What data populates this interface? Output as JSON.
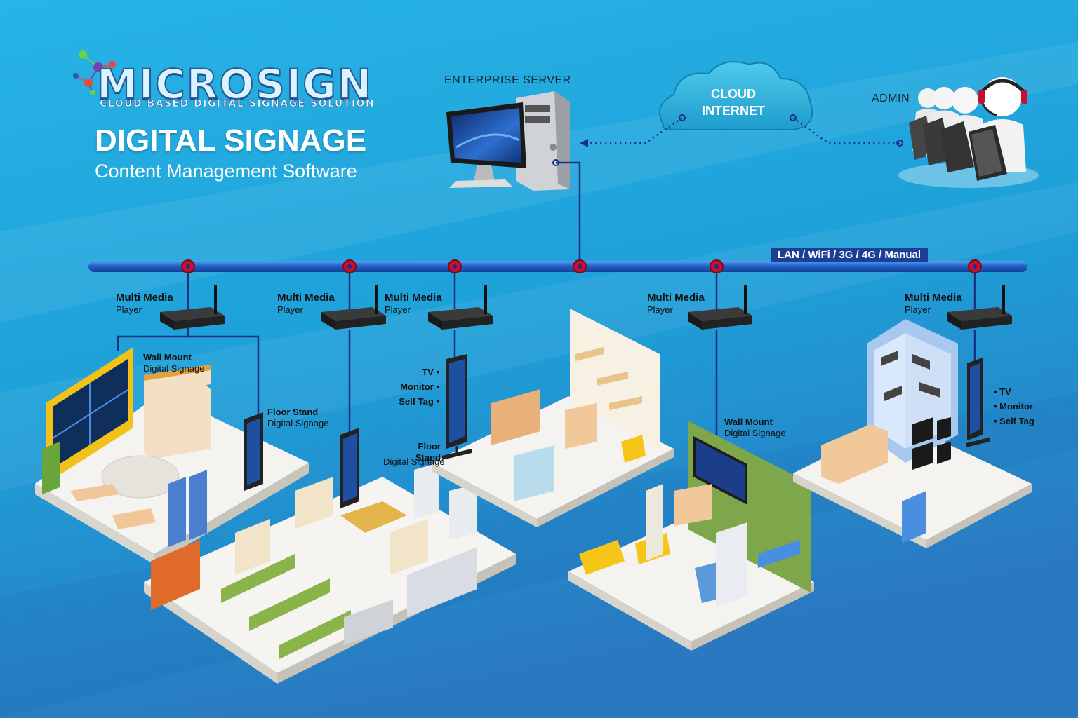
{
  "brand": {
    "name": "MICROSIGN",
    "tagline": "CLOUD BASED DIGITAL SIGNAGE SOLUTION"
  },
  "title": {
    "main": "DIGITAL SIGNAGE",
    "sub": "Content Management Software"
  },
  "nodes": {
    "server": "ENTERPRISE SERVER",
    "cloud_line1": "CLOUD",
    "cloud_line2": "INTERNET",
    "admin": "ADMIN"
  },
  "network": {
    "label": "LAN / WiFi / 3G / 4G / Manual"
  },
  "player": {
    "title": "Multi Media",
    "subtitle": "Player"
  },
  "devices": {
    "wall_mount_title": "Wall Mount",
    "wall_mount_sub": "Digital Signage",
    "floor_stand_title": "Floor Stand",
    "floor_stand_sub": "Digital Signage",
    "bullets": [
      "TV",
      "Monitor",
      "Self Tag"
    ]
  },
  "colors": {
    "sky_top": "#1fa3dc",
    "sky_bottom": "#2c7fc8",
    "network_bus": "#1d5fc7",
    "connector": "#c8102e",
    "link_line": "#1a2f86",
    "cloud": "#2bb6de"
  }
}
